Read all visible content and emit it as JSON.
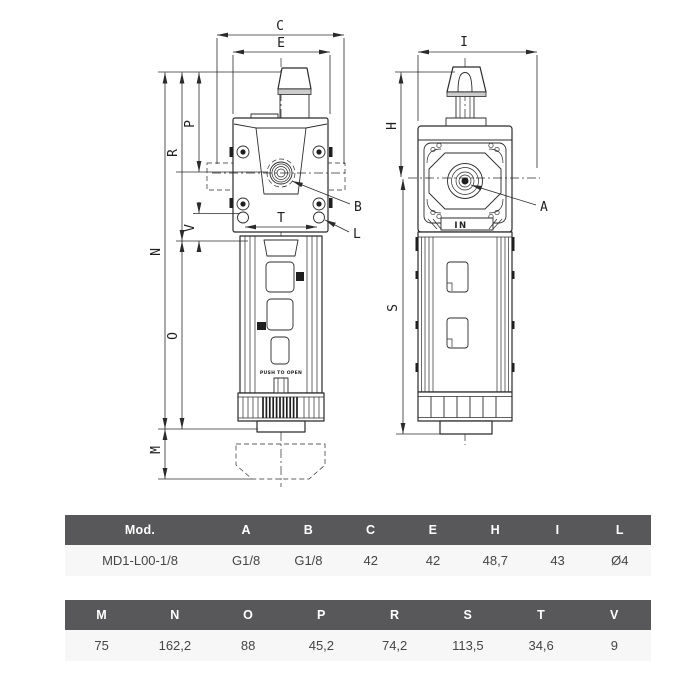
{
  "drawing": {
    "front_view": {
      "dims": {
        "C": "C",
        "E": "E",
        "P": "P",
        "R": "R",
        "V": "V",
        "N": "N",
        "O": "O",
        "M": "M",
        "T": "T"
      },
      "leaders": {
        "B": "B",
        "L": "L"
      },
      "body_text": {
        "push_to_open": "PUSH TO OPEN"
      }
    },
    "side_view": {
      "dims": {
        "I": "I",
        "H": "H",
        "S": "S"
      },
      "leaders": {
        "A": "A"
      },
      "body_text": {
        "inlet": "IN"
      }
    }
  },
  "tables": {
    "table1": {
      "headers": [
        "Mod.",
        "A",
        "B",
        "C",
        "E",
        "H",
        "I",
        "L"
      ],
      "row": [
        "MD1-L00-1/8",
        "G1/8",
        "G1/8",
        "42",
        "42",
        "48,7",
        "43",
        "Ø4"
      ]
    },
    "table2": {
      "headers": [
        "M",
        "N",
        "O",
        "P",
        "R",
        "S",
        "T",
        "V"
      ],
      "row": [
        "75",
        "162,2",
        "88",
        "45,2",
        "74,2",
        "113,5",
        "34,6",
        "9"
      ]
    }
  },
  "colors": {
    "table_header_bg": "#58585A",
    "table_header_text": "#FFFFFF",
    "table_row_bg": "#F7F7F7",
    "table_row_text": "#454545",
    "line_color": "#2B2B2B"
  }
}
